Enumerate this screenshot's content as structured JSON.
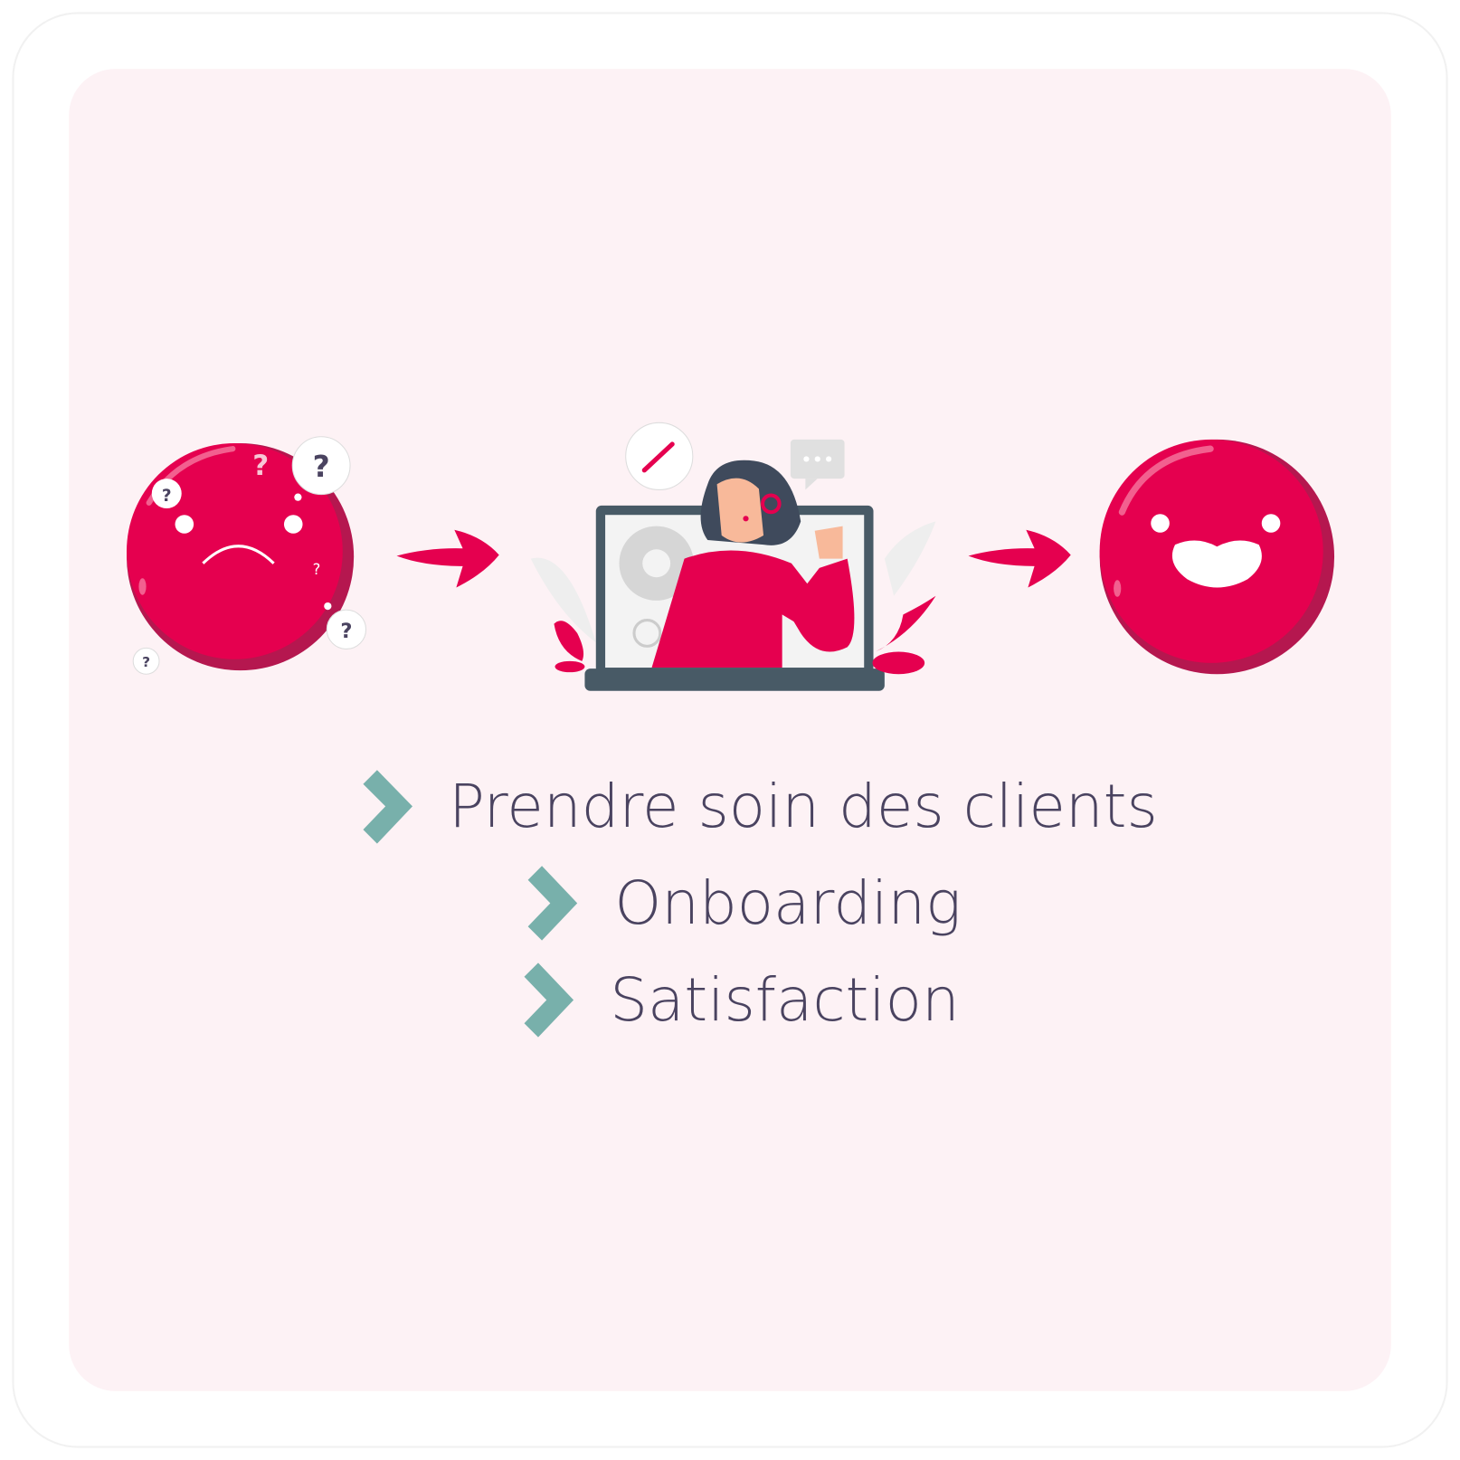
{
  "items": [
    {
      "label": "Prendre soin des clients"
    },
    {
      "label": "Onboarding"
    },
    {
      "label": "Satisfaction"
    }
  ],
  "icons": {
    "bullet": "chevron-right-icon",
    "sad_face": "sad-face-icon",
    "support_agent": "support-agent-illustration",
    "happy_face": "happy-face-icon",
    "arrow": "arrow-right-icon"
  },
  "colors": {
    "brand": "#e5004f",
    "brand_shadow": "#b5174f",
    "chevron": "#78b0ab",
    "text": "#4a4360",
    "panel": "#fdf2f5",
    "laptop": "#485a66"
  }
}
